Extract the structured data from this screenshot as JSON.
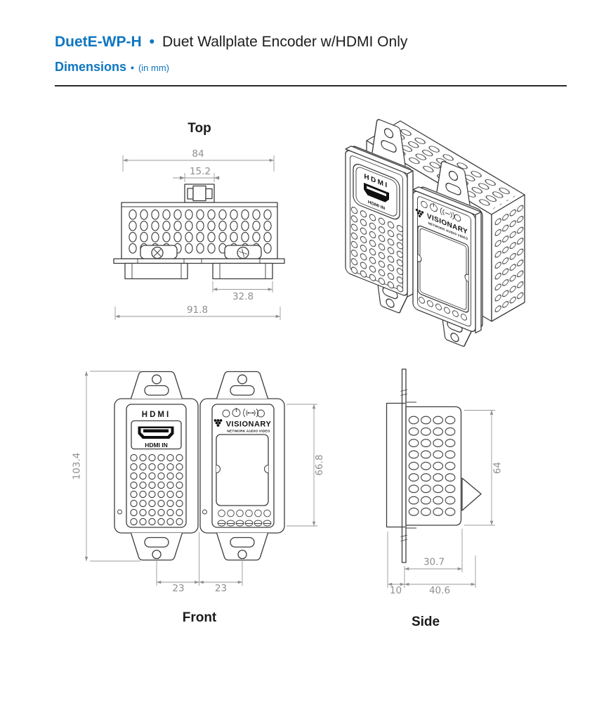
{
  "header": {
    "product_code": "DuetE-WP-H",
    "separator": "•",
    "product_name": "Duet Wallplate Encoder w/HDMI Only",
    "section_title": "Dimensions",
    "section_bullet": "•",
    "section_unit": "(in mm)"
  },
  "colors": {
    "accent_blue": "#0e76c0",
    "drawing_line": "#3c3c3c",
    "dimension_gray": "#8f8f8f"
  },
  "views": {
    "top": {
      "label": "Top",
      "dims": {
        "body_width": "84",
        "connector_width": "15.2",
        "insert_width": "32.8",
        "overall_width": "91.8"
      }
    },
    "iso": {
      "port_label": "HDMI",
      "port_sublabel": "HDMI IN",
      "brand": "VISIONARY",
      "brand_sub": "NETWORK AUDIO VIDEO"
    },
    "front": {
      "label": "Front",
      "dims": {
        "overall_height": "103.4",
        "insert_height": "66.8",
        "left_screw_offset": "23",
        "right_screw_offset": "23"
      },
      "left_plate": {
        "port_label": "HDMI",
        "port_sublabel": "HDMI IN"
      },
      "right_plate": {
        "brand": "VISIONARY",
        "brand_sub": "NETWORK AUDIO VIDEO"
      }
    },
    "side": {
      "label": "Side",
      "dims": {
        "body_height": "64",
        "body_depth": "30.7",
        "flange_depth": "10",
        "overall_depth": "40.6"
      }
    }
  }
}
